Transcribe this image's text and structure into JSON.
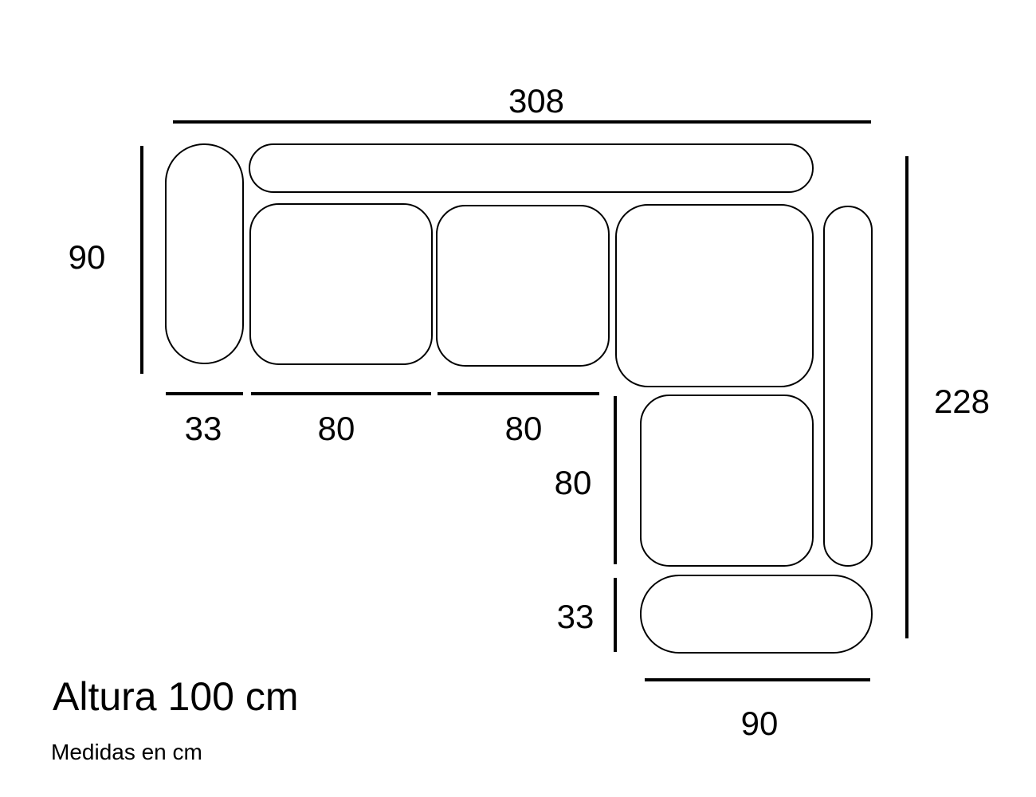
{
  "dimensions": {
    "total_width": "308",
    "depth_left": "90",
    "armrest_left": "33",
    "seat_1": "80",
    "seat_2": "80",
    "chaise_seat": "80",
    "armrest_bottom": "33",
    "total_length": "228",
    "chaise_width": "90"
  },
  "notes": {
    "height": "Altura 100 cm",
    "units": "Medidas en cm"
  },
  "colors": {
    "stroke": "#000000",
    "background": "#ffffff"
  }
}
